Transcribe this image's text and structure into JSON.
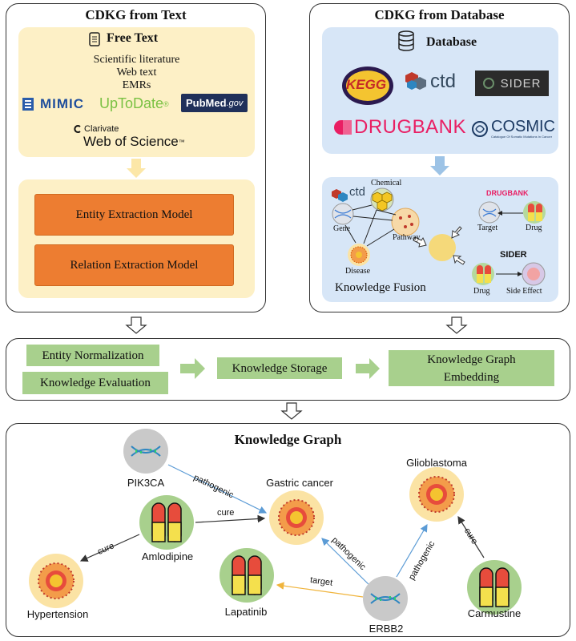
{
  "left_panel": {
    "title": "CDKG from Text",
    "heading": "Free Text",
    "sources": [
      "Scientific literature",
      "Web text",
      "EMRs"
    ],
    "logos": {
      "mimic": "MIMIC",
      "uptodate": "UpToDate",
      "uptodate_mark": "®",
      "pubmed": "PubMed",
      "pubmed_gov": ".gov",
      "clarivate": "Clarivate",
      "wos": "Web of Science",
      "wos_tm": "™"
    },
    "models": [
      "Entity Extraction Model",
      "Relation Extraction Model"
    ]
  },
  "right_panel": {
    "title": "CDKG from Database",
    "heading": "Database",
    "logos": {
      "kegg": "KEGG",
      "ctd": "ctd",
      "sider": "SIDER",
      "drugbank": "DRUGBANK",
      "cosmic": "COSMIC",
      "cosmic_sub": "Catalogue Of Somatic Mutations In Cancer"
    },
    "fusion": {
      "ctd_logo": "ctd",
      "labels": {
        "chemical": "Chemical",
        "gene": "Gene",
        "pathway": "Pathway",
        "disease": "Disease",
        "target": "Target",
        "drug": "Drug",
        "drug2": "Drug",
        "side_effect": "Side Effect"
      },
      "drugbank_logo": "DRUGBANK",
      "sider_logo": "SIDER",
      "title": "Knowledge Fusion"
    }
  },
  "middle": {
    "entity_normalization": "Entity Normalization",
    "knowledge_evaluation": "Knowledge Evaluation",
    "knowledge_storage": "Knowledge Storage",
    "kg_embedding": [
      "Knowledge Graph",
      "Embedding"
    ]
  },
  "kg": {
    "title": "Knowledge Graph",
    "nodes": {
      "pik3ca": "PIK3CA",
      "gastric": "Gastric cancer",
      "glioblastoma": "Glioblastoma",
      "amlodipine": "Amlodipine",
      "hypertension": "Hypertension",
      "lapatinib": "Lapatinib",
      "erbb2": "ERBB2",
      "carmustine": "Carmustine"
    },
    "edges": {
      "pik3ca_gastric": "pathogenic",
      "amlodipine_gastric": "cure",
      "amlodipine_hypertension": "cure",
      "erbb2_gastric": "pathogenic",
      "erbb2_glioblastoma": "pathogenic",
      "erbb2_lapatinib": "target",
      "carmustine_glioblastoma": "cure"
    }
  },
  "colors": {
    "cream": "#fdf0c6",
    "blue": "#d7e6f7",
    "orange": "#ed7d31",
    "green": "#a8d08d",
    "pathogenic_edge": "#5b9bd5",
    "target_edge": "#f0b43c",
    "cure_edge": "#333333"
  }
}
